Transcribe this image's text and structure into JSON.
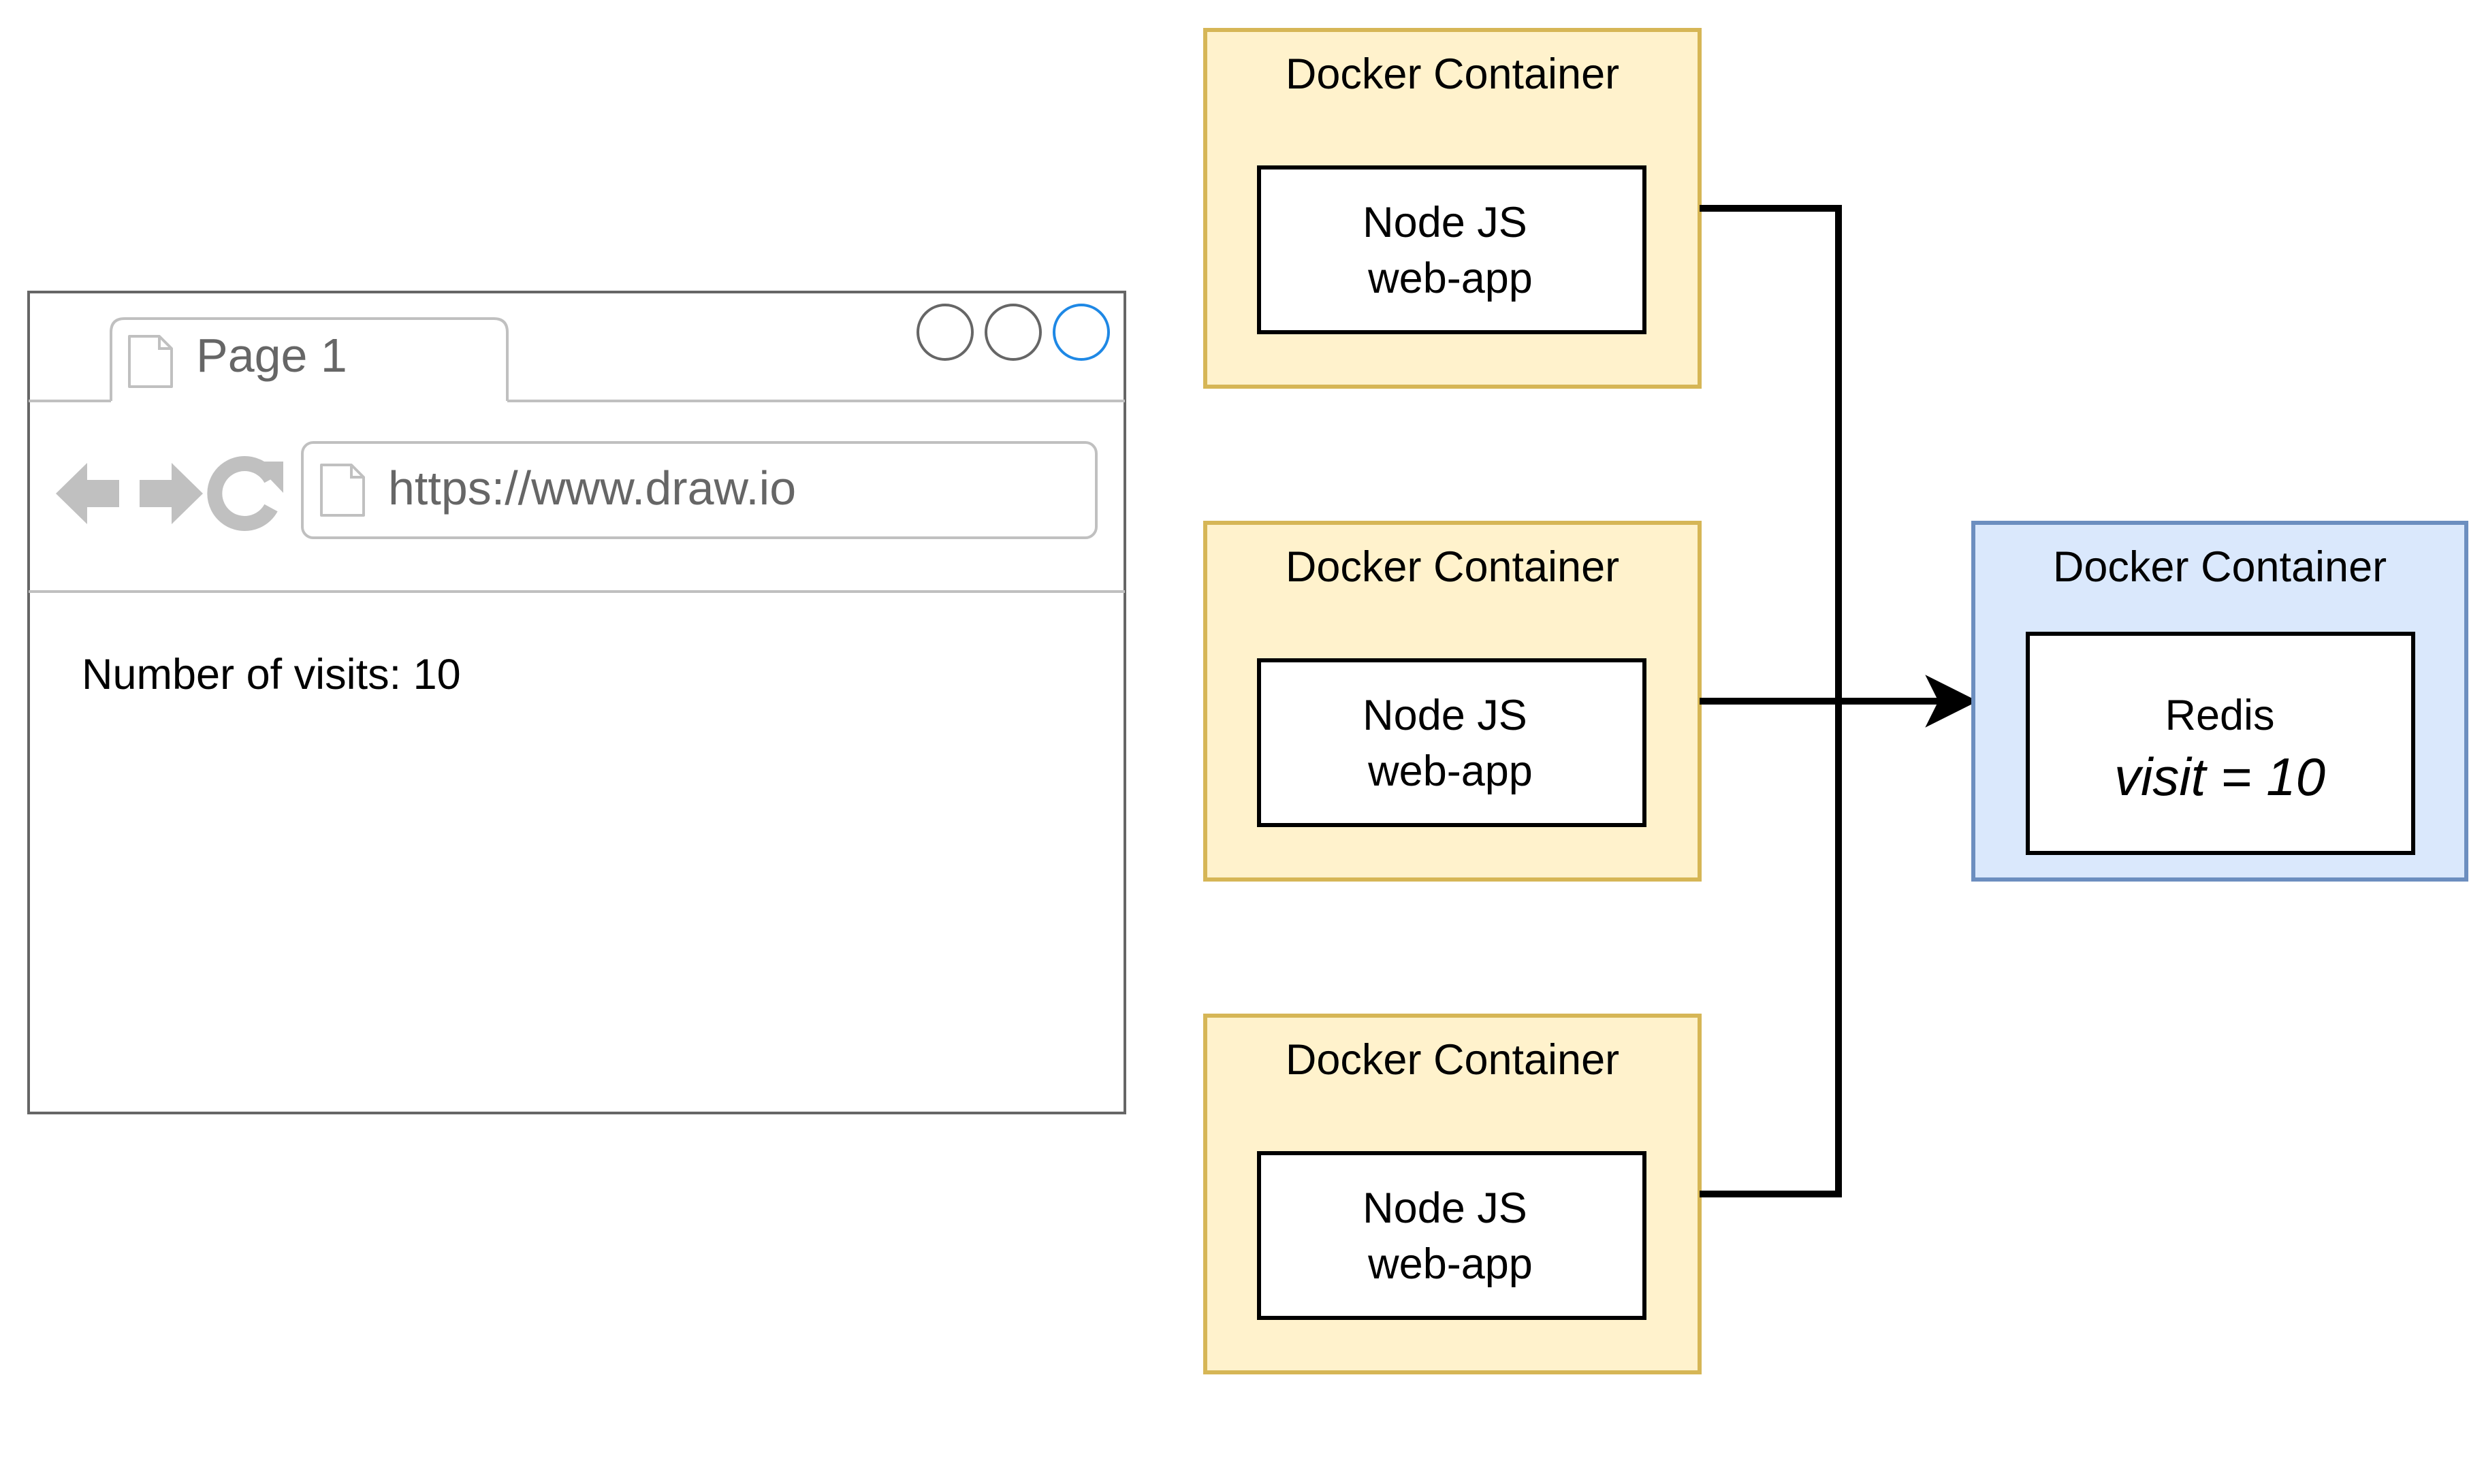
{
  "browser": {
    "tab_label": "Page 1",
    "url": "https://www.draw.io",
    "content_text": "Number of visits: 10",
    "icons": [
      "back-arrow-icon",
      "forward-arrow-icon",
      "refresh-icon",
      "page-icon"
    ],
    "accent_color": "#1e88e5"
  },
  "node_containers": [
    {
      "title": "Docker Container",
      "line1": "Node JS",
      "line2": "web-app"
    },
    {
      "title": "Docker Container",
      "line1": "Node JS",
      "line2": "web-app"
    },
    {
      "title": "Docker Container",
      "line1": "Node JS",
      "line2": "web-app"
    }
  ],
  "redis_container": {
    "title": "Docker Container",
    "line1": "Redis",
    "line2": "visit = 10"
  },
  "colors": {
    "node_fill": "#fff2cc",
    "node_stroke": "#d6b656",
    "redis_fill": "#dae8fc",
    "redis_stroke": "#6c8ebf",
    "browser_stroke": "#666666",
    "muted_gray": "#c0c0c0"
  }
}
